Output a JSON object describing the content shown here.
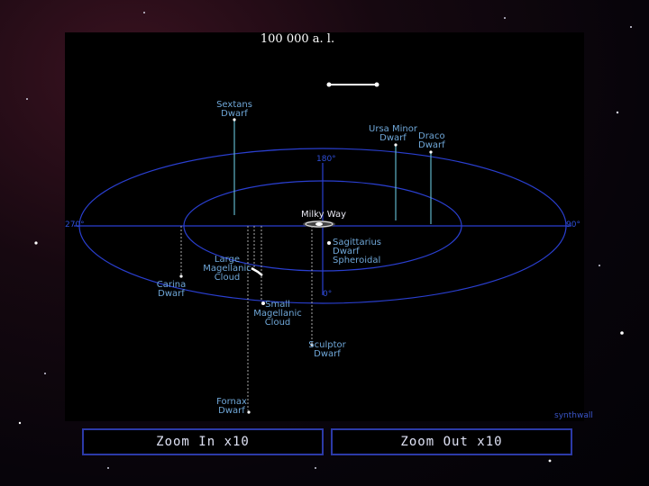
{
  "scale": {
    "label": "100 000 a. l."
  },
  "ring_labels": {
    "top": "180°",
    "left": "270°",
    "right": "90°",
    "bottom": "0°"
  },
  "center": {
    "name": "Milky Way"
  },
  "galaxies": [
    {
      "id": "sextans",
      "lines": [
        "Sextans",
        "Dwarf"
      ]
    },
    {
      "id": "ursa-minor",
      "lines": [
        "Ursa Minor",
        "Dwarf"
      ]
    },
    {
      "id": "draco",
      "lines": [
        "Draco",
        "Dwarf"
      ]
    },
    {
      "id": "sagittarius",
      "lines": [
        "Sagittarius",
        "Dwarf",
        "Spheroidal"
      ]
    },
    {
      "id": "lmc",
      "lines": [
        "Large",
        "Magellanic",
        "Cloud"
      ]
    },
    {
      "id": "carina",
      "lines": [
        "Carina",
        "Dwarf"
      ]
    },
    {
      "id": "smc",
      "lines": [
        "Small",
        "Magellanic",
        "Cloud"
      ]
    },
    {
      "id": "sculptor",
      "lines": [
        "Sculptor",
        "Dwarf"
      ]
    },
    {
      "id": "fornax",
      "lines": [
        "Fornax",
        "Dwarf"
      ]
    }
  ],
  "credit": "synthwall",
  "buttons": {
    "zoom_in": "Zoom In x10",
    "zoom_out": "Zoom Out x10"
  },
  "colors": {
    "ring": "#2a3fd0",
    "axis": "#2a3fd0",
    "pointer": "#5fb4c8",
    "label": "#6fa7d8",
    "button_border": "#2c3aa8"
  }
}
